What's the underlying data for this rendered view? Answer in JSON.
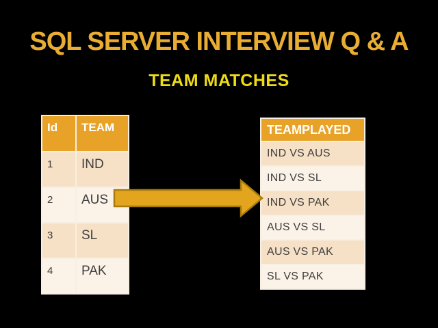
{
  "slide": {
    "title": "SQL SERVER INTERVIEW Q & A",
    "subtitle": "TEAM MATCHES"
  },
  "team_table": {
    "headers": [
      "Id",
      "TEAM"
    ],
    "rows": [
      {
        "id": "1",
        "team": "IND"
      },
      {
        "id": "2",
        "team": "AUS"
      },
      {
        "id": "3",
        "team": "SL"
      },
      {
        "id": "4",
        "team": "PAK"
      }
    ]
  },
  "arrow": {
    "meaning": "transforms-to"
  },
  "matches_table": {
    "header": "TEAMPLAYED",
    "rows": [
      "IND VS AUS",
      "IND VS SL",
      "IND VS PAK",
      "AUS VS SL",
      "AUS VS PAK",
      "SL VS PAK"
    ]
  },
  "colors": {
    "background": "#000000",
    "title": "#E9AD33",
    "subtitle": "#EFDC16",
    "table_header_bg": "#E8A227",
    "table_header_text": "#FFFFFF",
    "row_dark": "#F6E0C6",
    "row_light": "#FBF2E8",
    "cell_text": "#3F3F3F",
    "table_border": "#F7EFE2",
    "arrow_fill": "#E3A51E",
    "arrow_border": "#A97B0D"
  }
}
